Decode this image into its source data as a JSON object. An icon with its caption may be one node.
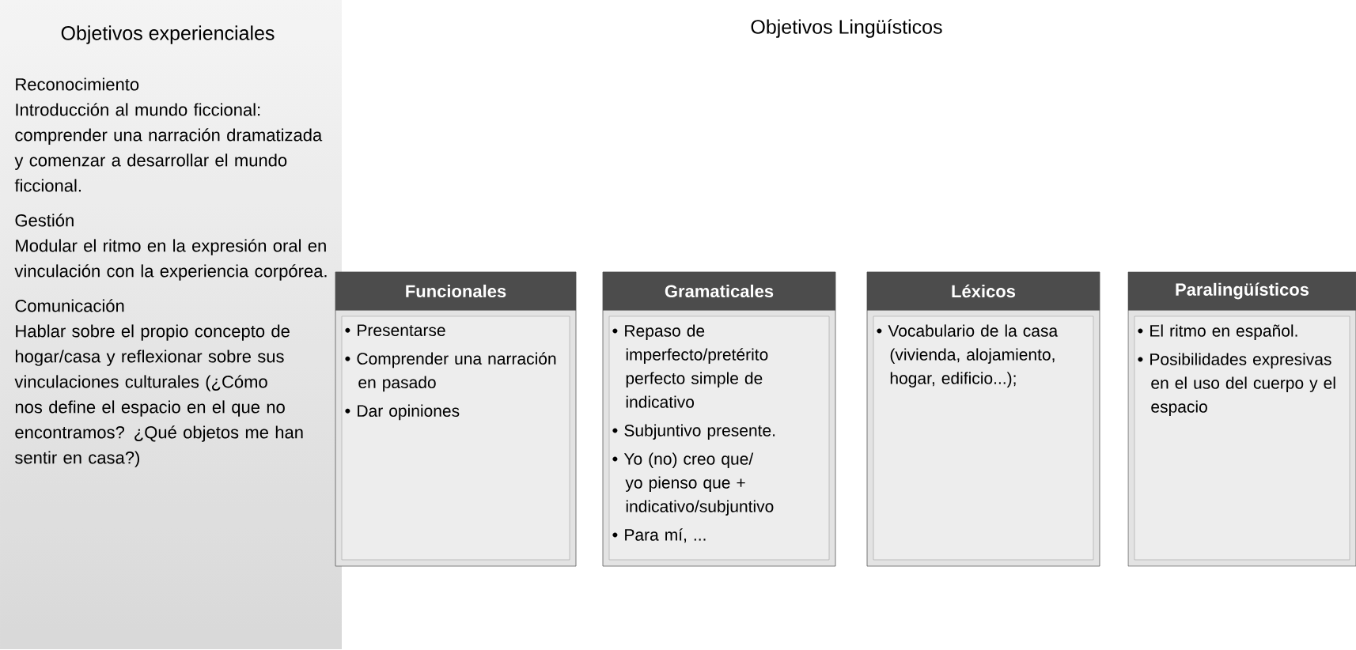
{
  "diagram": {
    "title": "Objetivos Lingüísticos",
    "nodes": [
      {
        "text": [
          "Objetivos experienciales",
          "Reconocimiento",
          "Introducción al mundo ficcional: comprender una narración dramatizada y comenzar a desarrollar el mundo ficcional.",
          "Gestión",
          "Modular el ritmo en la expresión oral en vinculación con la experiencia corpórea.",
          "Comunicación",
          "Hablar sobre el propio concepto de hogar/casa y reflexionar sobre sus vinculaciones culturales (¿Cómo nos define el espacio en el que no encontramos? ¿Qué objetos me han sentir en casa?)"
        ]
      },
      {
        "text": [
          "Funcionales",
          "Presentarse",
          "Comprender una narración en pasado",
          "Dar opiniones"
        ]
      },
      {
        "text": [
          "Gramaticales",
          "Repaso de imperfecto/pretérito perfecto simple de indicativo",
          "Subjuntivo presente.",
          "Yo (no) creo que/ yo pienso que + indicativo/subjuntivo",
          "Para mí, ..."
        ]
      },
      {
        "text": [
          "Léxicos",
          "Vocabulario de la casa (vivienda, alojamiento, hogar, edificio...);"
        ]
      },
      {
        "text": [
          "Paralingüísticos",
          "El ritmo en español.",
          "Posibilidades expresivas en el uso del cuerpo y el espacio"
        ]
      }
    ]
  }
}
